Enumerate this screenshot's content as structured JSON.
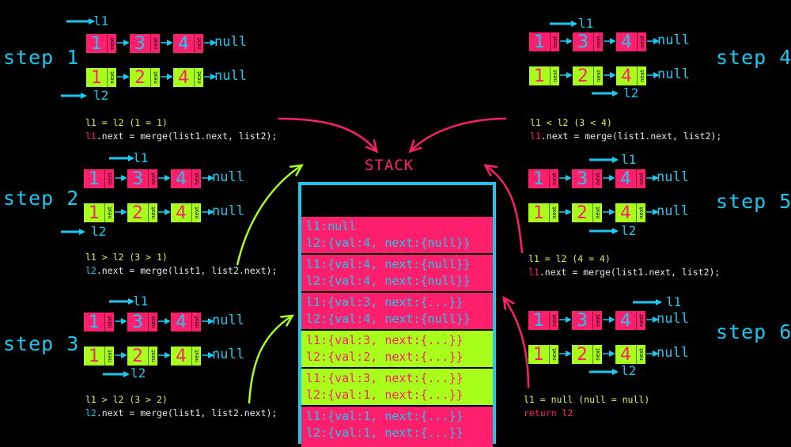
{
  "steps": [
    {
      "label": "step 1",
      "l1": [
        "1",
        "3",
        "4"
      ],
      "l2": [
        "1",
        "2",
        "4"
      ],
      "l1_label": "l1",
      "l2_label": "l2",
      "null_text": "null",
      "next_text": "next",
      "cond": "l1 = l2 (1 = 1)",
      "stmt_target": "l1",
      "stmt_rest": ".next = merge(list1.next, list2);"
    },
    {
      "label": "step 2",
      "l1": [
        "1",
        "3",
        "4"
      ],
      "l2": [
        "1",
        "2",
        "4"
      ],
      "cond": "l1 > l2 (3 > 1)",
      "stmt_target": "l2",
      "stmt_rest": ".next = merge(list1, list2.next);"
    },
    {
      "label": "step 3",
      "l1": [
        "1",
        "3",
        "4"
      ],
      "l2": [
        "1",
        "2",
        "4"
      ],
      "cond": "l1 > l2 (3 > 2)",
      "stmt_target": "l2",
      "stmt_rest": ".next = merge(list1, list2.next);"
    },
    {
      "label": "step 4",
      "l1": [
        "1",
        "3",
        "4"
      ],
      "l2": [
        "1",
        "2",
        "4"
      ],
      "cond": "l1 < l2 (3 < 4)",
      "stmt_target": "l1",
      "stmt_rest": ".next = merge(list1.next, list2);"
    },
    {
      "label": "step 5",
      "l1": [
        "1",
        "3",
        "4"
      ],
      "l2": [
        "1",
        "2",
        "4"
      ],
      "cond": "l1 = l2 (4 = 4)",
      "stmt_target": "l1",
      "stmt_rest": ".next = merge(list1.next, list2);"
    },
    {
      "label": "step 6",
      "l1": [
        "1",
        "3",
        "4"
      ],
      "l2": [
        "1",
        "2",
        "4"
      ],
      "cond": "l1 = null (null = null)",
      "stmt_target": "return l2",
      "stmt_rest": ""
    }
  ],
  "stack": {
    "title": "STACK",
    "frames": [
      {
        "l1": "l1:null",
        "l2": "l2:{val:4, next:{null}}",
        "color": "pink"
      },
      {
        "l1": "l1:{val:4, next:{null}}",
        "l2": "l2:{val:4, next:{null}}",
        "color": "pink"
      },
      {
        "l1": "l1:{val:3, next:{...}}",
        "l2": "l2:{val:4, next:{null}}",
        "color": "pink"
      },
      {
        "l1": "l1:{val:3, next:{...}}",
        "l2": "l2:{val:2, next:{...}}",
        "color": "green"
      },
      {
        "l1": "l1:{val:3, next:{...}}",
        "l2": "l2:{val:1, next:{...}}",
        "color": "green"
      },
      {
        "l1": "l1:{val:1, next:{...}}",
        "l2": "l2:{val:1, next:{...}}",
        "color": "pink"
      }
    ]
  },
  "colors": {
    "cyan": "#1ac8f0",
    "pink": "#ff1f6d",
    "green": "#a8ff1c",
    "yellow": "#e6ef4c",
    "background": "#000000"
  }
}
